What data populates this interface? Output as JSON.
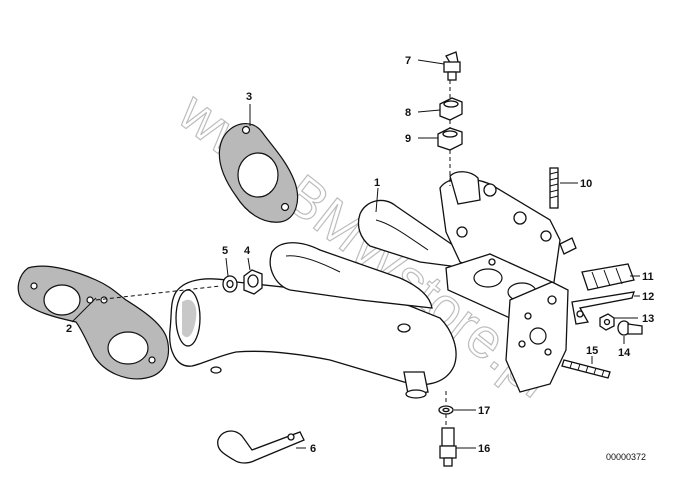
{
  "diagram": {
    "part_numbers": {
      "p1": "1",
      "p2": "2",
      "p3": "3",
      "p4": "4",
      "p5": "5",
      "p6": "6",
      "p7": "7",
      "p8": "8",
      "p9": "9",
      "p10": "10",
      "p11": "11",
      "p12": "12",
      "p13": "13",
      "p14": "14",
      "p15": "15",
      "p16": "16",
      "p17": "17"
    },
    "drawing_code": "00000372",
    "watermark": "www.BMWstore.pl"
  }
}
